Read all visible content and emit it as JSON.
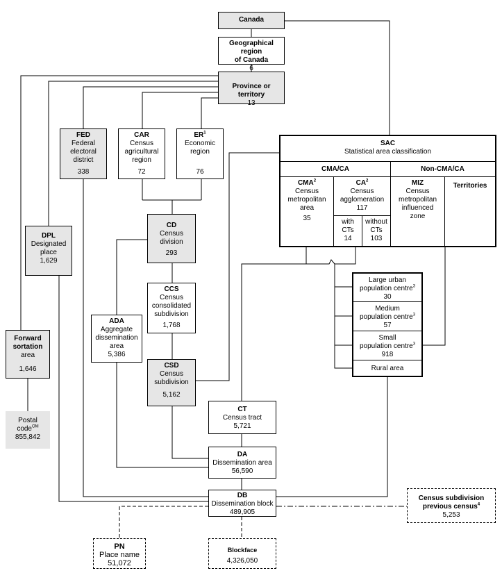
{
  "nodes": {
    "canada": {
      "abbr": "",
      "name": "Canada",
      "count": ""
    },
    "geo_region": {
      "name1": "Geographical region",
      "name2": "of Canada",
      "count": "6"
    },
    "province": {
      "name": "Province or territory",
      "count": "13"
    },
    "fed": {
      "abbr": "FED",
      "name1": "Federal",
      "name2": "electoral",
      "name3": "district",
      "count": "338"
    },
    "car": {
      "abbr": "CAR",
      "name1": "Census",
      "name2": "agricultural",
      "name3": "region",
      "count": "72"
    },
    "er": {
      "abbr": "ER",
      "sup": "1",
      "name1": "Economic",
      "name2": "region",
      "count": "76"
    },
    "dpl": {
      "abbr": "DPL",
      "name1": "Designated",
      "name2": "place",
      "count": "1,629"
    },
    "cd": {
      "abbr": "CD",
      "name1": "Census",
      "name2": "division",
      "count": "293"
    },
    "ccs": {
      "abbr": "CCS",
      "name1": "Census",
      "name2": "consolidated",
      "name3": "subdivision",
      "count": "1,768"
    },
    "ada": {
      "abbr": "ADA",
      "name1": "Aggregate",
      "name2": "dissemination",
      "name3": "area",
      "count": "5,386"
    },
    "fsa": {
      "name1": "Forward",
      "name2": "sortation",
      "name3": "area",
      "count": "1,646"
    },
    "postal": {
      "name1": "Postal",
      "name2": "code",
      "sup": "OM",
      "count": "855,842"
    },
    "csd": {
      "abbr": "CSD",
      "name1": "Census",
      "name2": "subdivision",
      "count": "5,162"
    },
    "ct": {
      "abbr": "CT",
      "name": "Census tract",
      "count": "5,721"
    },
    "da": {
      "abbr": "DA",
      "name": "Dissemination area",
      "count": "56,590"
    },
    "db": {
      "abbr": "DB",
      "name": "Dissemination block",
      "count": "489,905"
    },
    "pn": {
      "abbr": "PN",
      "name": "Place name",
      "count": "51,072"
    },
    "blockface": {
      "name": "Blockface",
      "count": "4,326,050"
    },
    "csd_prev": {
      "name1": "Census subdivision",
      "name2": "previous census",
      "sup": "4",
      "count": "5,253"
    }
  },
  "sac": {
    "abbr": "SAC",
    "name": "Statistical area classification",
    "cma_ca_header": "CMA/CA",
    "non_cma_ca_header": "Non-CMA/CA",
    "cma": {
      "abbr": "CMA",
      "sup": "2",
      "name1": "Census",
      "name2": "metropolitan",
      "name3": "area",
      "count": "35"
    },
    "ca": {
      "abbr": "CA",
      "sup": "2",
      "name1": "Census",
      "name2": "agglomeration",
      "count": "117"
    },
    "with_cts": {
      "l1": "with",
      "l2": "CTs",
      "count": "14"
    },
    "without_cts": {
      "l1": "without",
      "l2": "CTs",
      "count": "103"
    },
    "miz": {
      "abbr": "MIZ",
      "name1": "Census",
      "name2": "metropolitan",
      "name3": "influenced",
      "name4": "zone"
    },
    "territories": "Territories"
  },
  "pop_centres": {
    "large": {
      "l1": "Large urban",
      "l2": "population centre",
      "sup": "3",
      "count": "30"
    },
    "medium": {
      "l1": "Medium",
      "l2": "population centre",
      "sup": "3",
      "count": "57"
    },
    "small": {
      "l1": "Small",
      "l2": "population centre",
      "sup": "3",
      "count": "918"
    },
    "rural": "Rural area"
  },
  "colors": {
    "shaded": "#e6e6e6",
    "line": "#000000"
  }
}
